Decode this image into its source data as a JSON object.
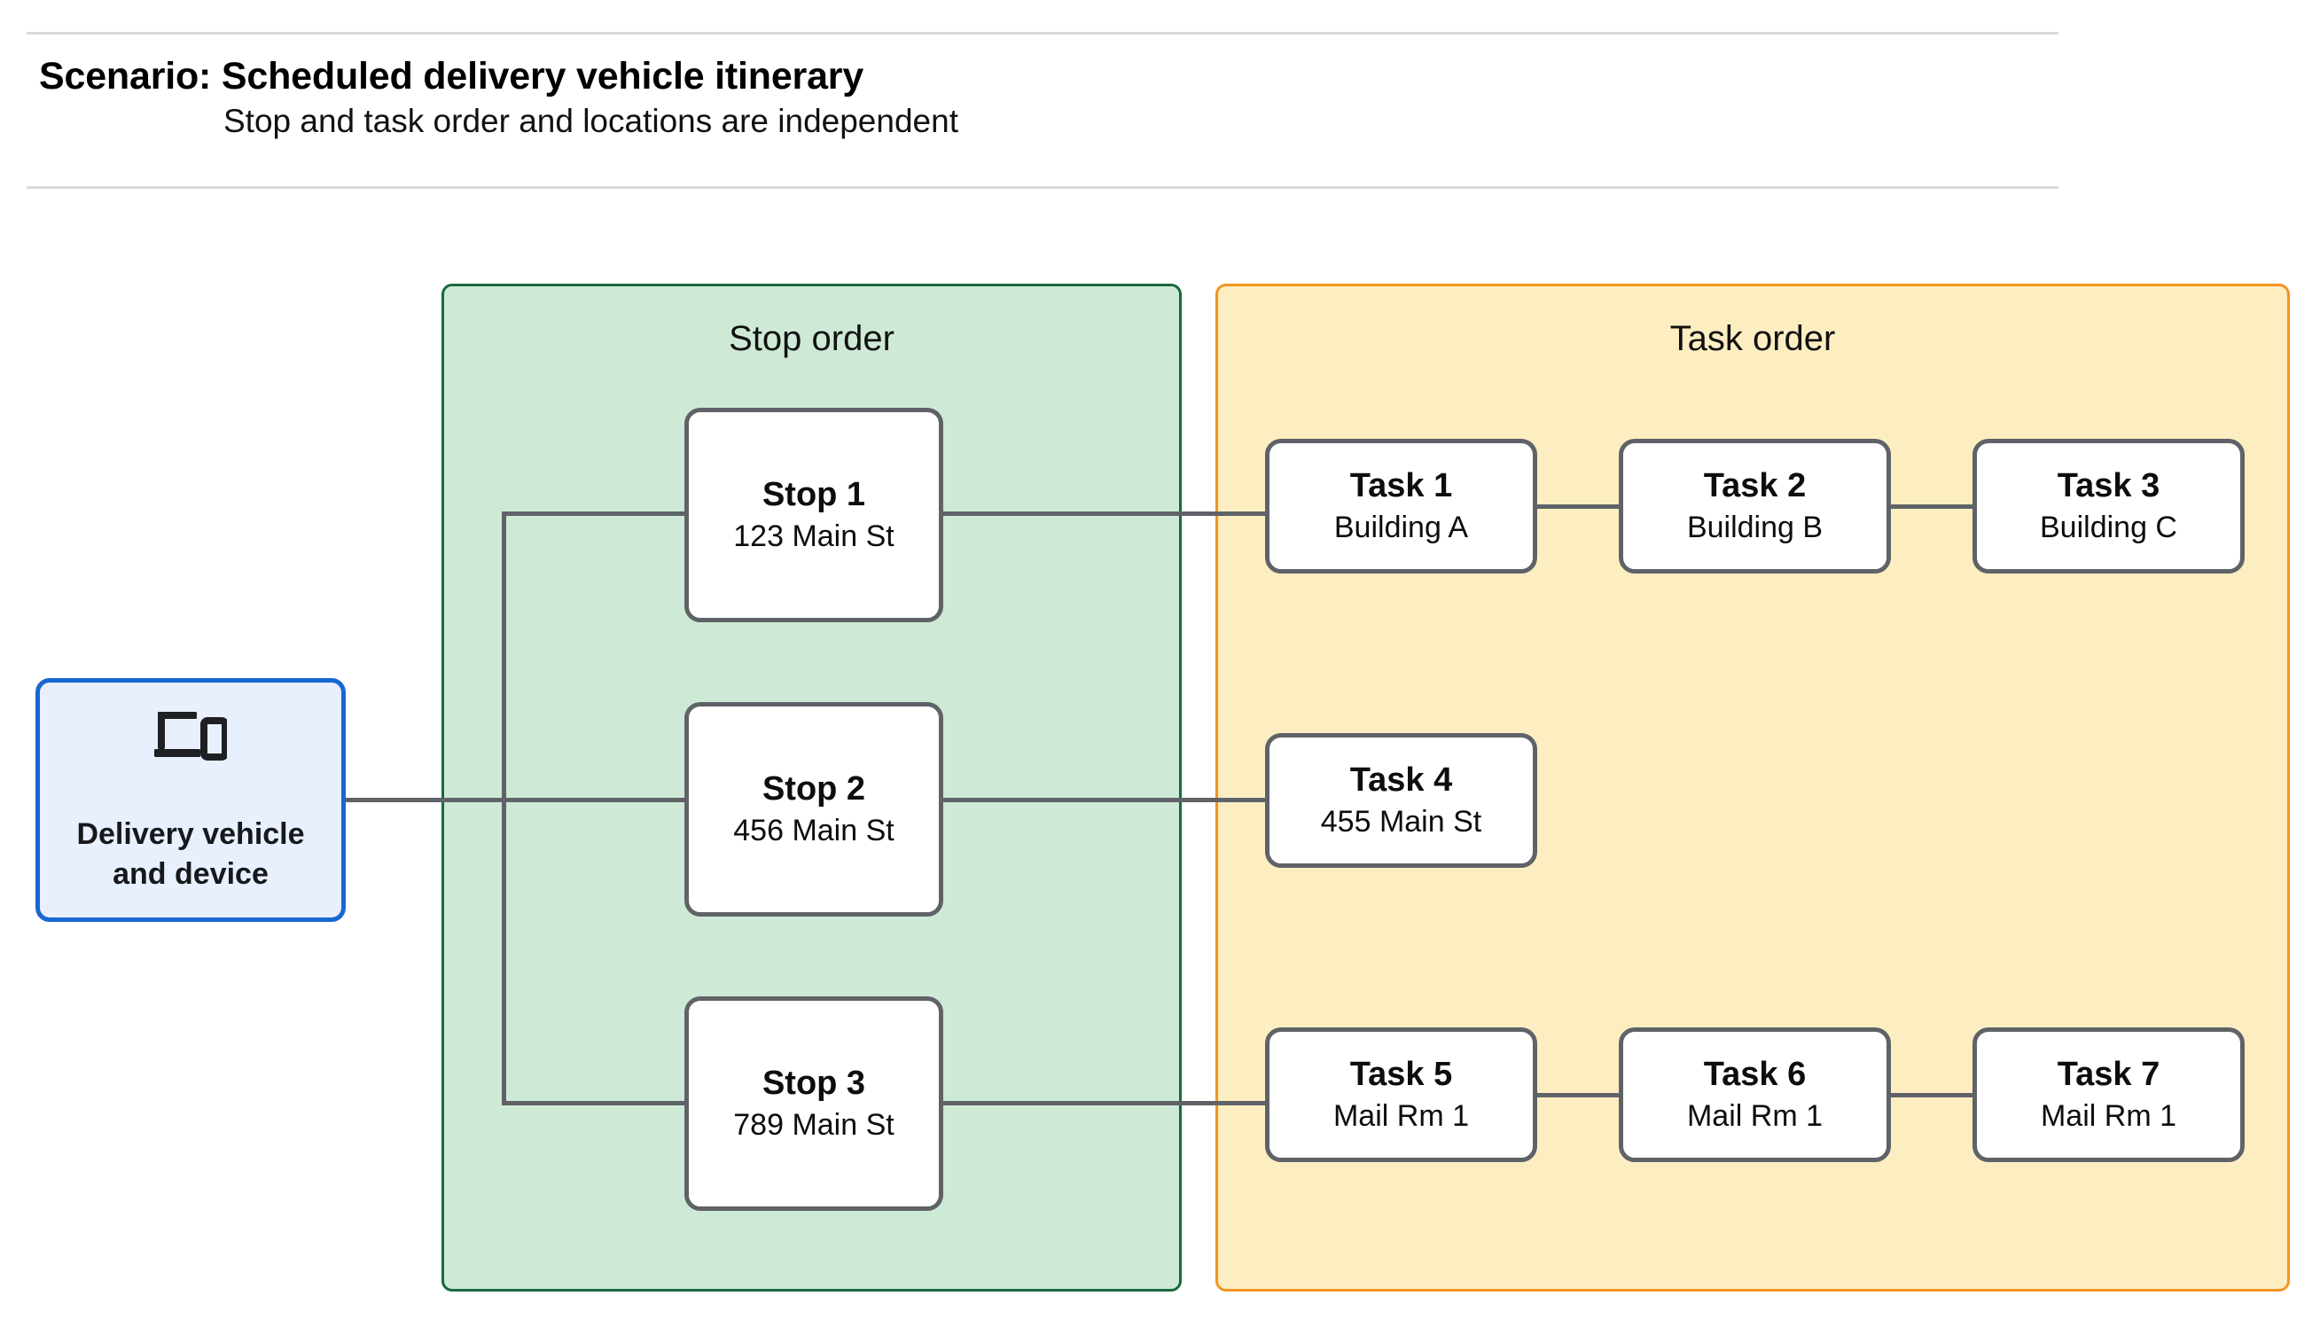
{
  "header": {
    "title": "Scenario: Scheduled delivery vehicle itinerary",
    "subtitle": "Stop and task order and locations are independent"
  },
  "vehicle": {
    "icon": "devices-laptop-phone-icon",
    "label_line1": "Delivery vehicle",
    "label_line2": "and device"
  },
  "groups": {
    "stops": {
      "title": "Stop order",
      "fill_color": "#ceead6",
      "border_color": "#17693c"
    },
    "tasks": {
      "title": "Task order",
      "fill_color": "#fdeec2",
      "border_color": "#f59321"
    }
  },
  "stops": [
    {
      "title": "Stop 1",
      "address": "123 Main St"
    },
    {
      "title": "Stop 2",
      "address": "456 Main St"
    },
    {
      "title": "Stop 3",
      "address": "789 Main St"
    }
  ],
  "tasks": [
    {
      "title": "Task 1",
      "location": "Building A"
    },
    {
      "title": "Task 2",
      "location": "Building B"
    },
    {
      "title": "Task 3",
      "location": "Building C"
    },
    {
      "title": "Task 4",
      "location": "455 Main St"
    },
    {
      "title": "Task 5",
      "location": "Mail Rm 1"
    },
    {
      "title": "Task 6",
      "location": "Mail Rm 1"
    },
    {
      "title": "Task 7",
      "location": "Mail Rm 1"
    }
  ],
  "colors": {
    "connector": "#5f6368",
    "node_border": "#5f6368",
    "vehicle_fill": "#e8f0fe",
    "vehicle_border": "#1967d2",
    "rule": "#d9d9d9"
  }
}
